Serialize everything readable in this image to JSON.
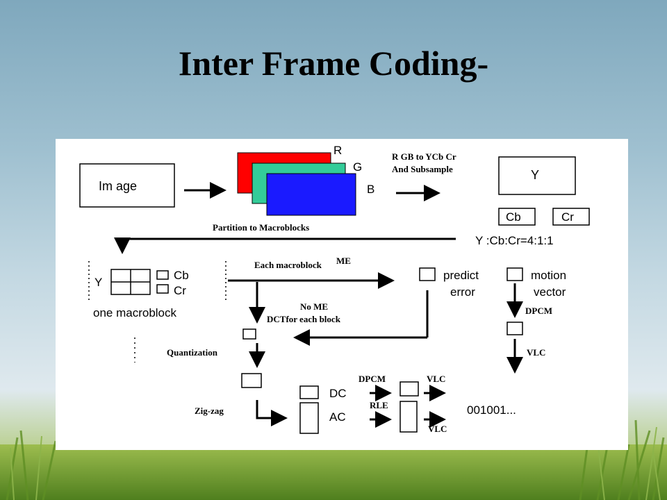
{
  "slide": {
    "title": "Inter Frame Coding-"
  },
  "diagram": {
    "image_label": "Im age",
    "rgb": {
      "r": "R",
      "g": "G",
      "b": "B"
    },
    "partition_label": "Partition to Macroblocks",
    "conversion_line1": "R GB to YCb Cr",
    "conversion_line2": "And Subsample",
    "y_label": "Y",
    "cb_label": "Cb",
    "cr_label": "Cr",
    "ratio_label": "Y :Cb:Cr=4:1:1",
    "mb_y": "Y",
    "mb_cb": "Cb",
    "mb_cr": "Cr",
    "mb_caption": "one  macroblock",
    "each_macroblock": "Each macroblock",
    "me_label": "ME",
    "predict_label": "predict",
    "error_label": "error",
    "motion_label": "motion",
    "vector_label": "vector",
    "no_me": "No ME",
    "dct_label": "DCTfor each block",
    "dpcm_right": "DPCM",
    "vlc_right": "VLC",
    "quantization": "Quantization",
    "zigzag": "Zig-zag",
    "dc_label": "DC",
    "ac_label": "AC",
    "dpcm_mid": "DPCM",
    "rle_label": "RLE",
    "vlc_top": "VLC",
    "vlc_bottom": "VLC",
    "output_bits": "001001...",
    "colors": {
      "red": "#ff0000",
      "green": "#33cc99",
      "blue": "#1a1aff"
    }
  }
}
